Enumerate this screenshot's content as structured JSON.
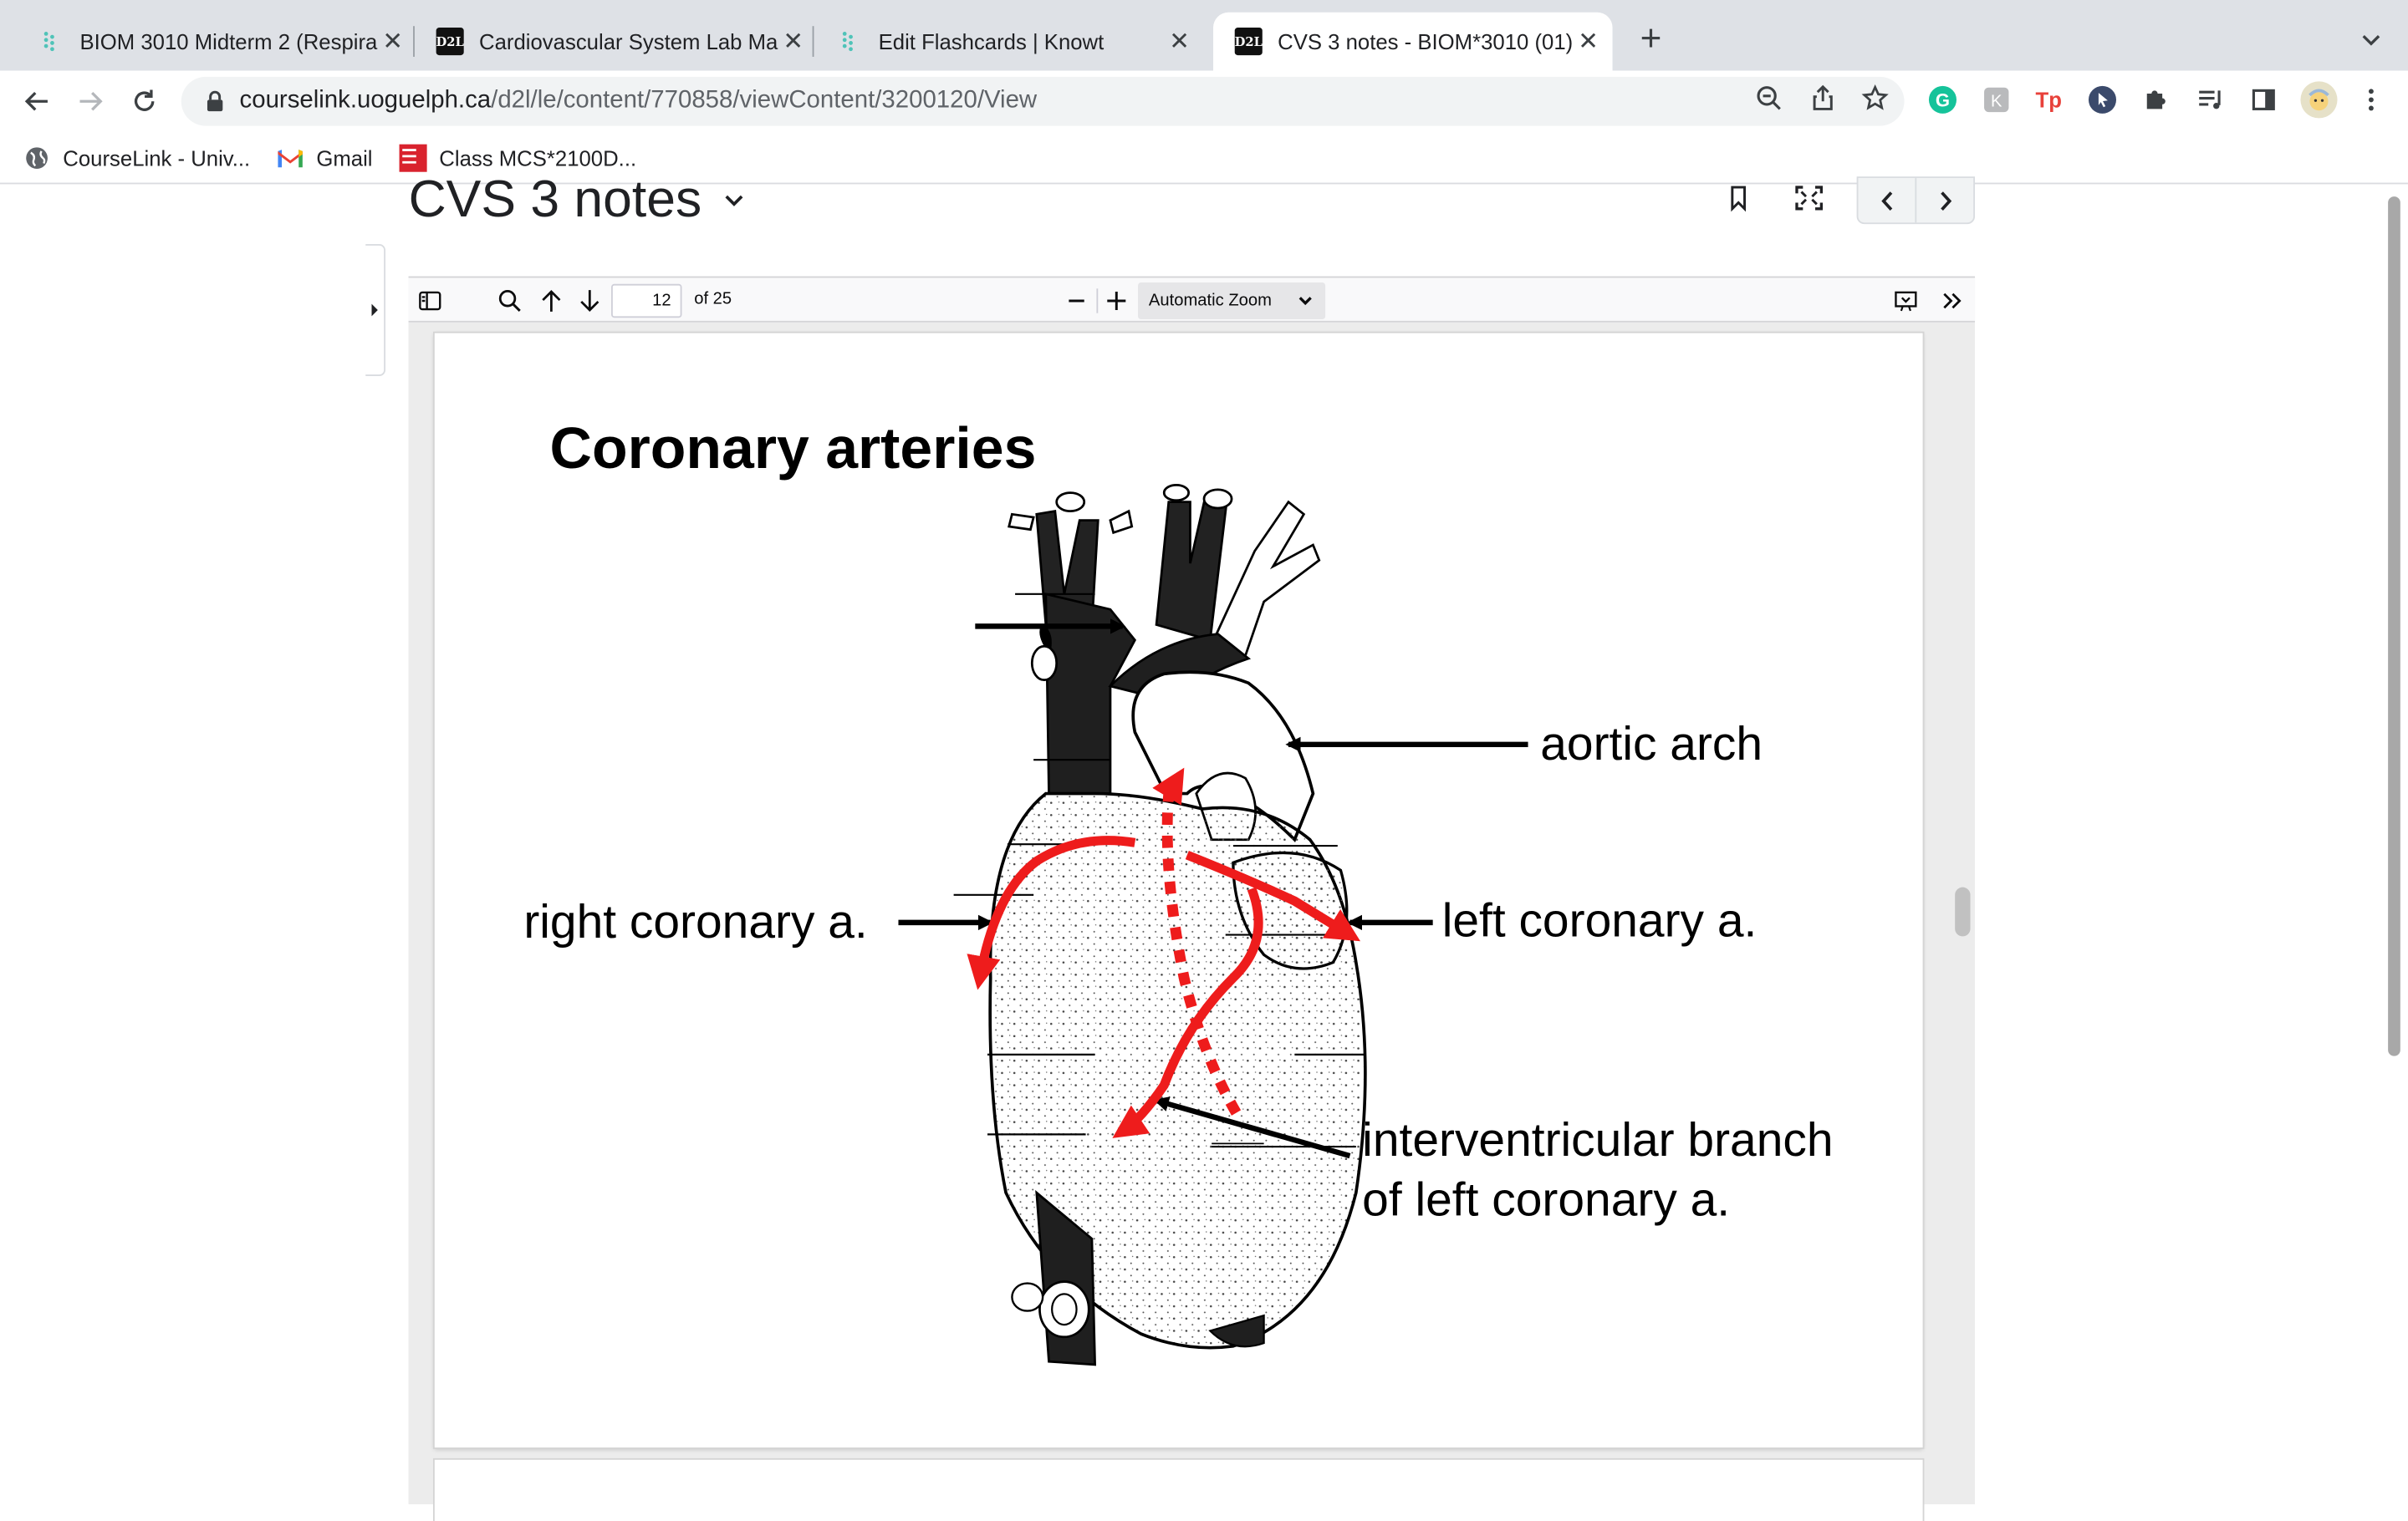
{
  "tabs": [
    {
      "title": "BIOM 3010 Midterm 2 (Respira",
      "icon": "knowt-icon"
    },
    {
      "title": "Cardiovascular System Lab Ma",
      "icon": "d2l-icon"
    },
    {
      "title": "Edit Flashcards | Knowt",
      "icon": "knowt-icon"
    },
    {
      "title": "CVS 3 notes - BIOM*3010 (01)",
      "icon": "d2l-icon",
      "active": true
    }
  ],
  "d2l_badge": "D2L",
  "address": {
    "host": "courselink.uoguelph.ca",
    "path": "/d2l/le/content/770858/viewContent/3200120/View"
  },
  "bookmarks": [
    {
      "label": "CourseLink - Univ...",
      "icon": "globe-icon"
    },
    {
      "label": "Gmail",
      "icon": "gmail-icon"
    },
    {
      "label": "Class MCS*2100D...",
      "icon": "mcgraw-hill-icon"
    }
  ],
  "content": {
    "title": "CVS 3 notes"
  },
  "pdf": {
    "page_number": "12",
    "page_count": "of 25",
    "zoom": "Automatic Zoom"
  },
  "slide": {
    "title": "Coronary arteries",
    "labels": {
      "aortic_arch": "aortic arch",
      "right_coronary": "right coronary a.",
      "left_coronary": "left coronary a.",
      "interventricular_line1": "interventricular branch",
      "interventricular_line2": "of left coronary a."
    }
  },
  "colors": {
    "artery_red": "#ee1c1c",
    "accent_blue": "#1a73e8"
  }
}
